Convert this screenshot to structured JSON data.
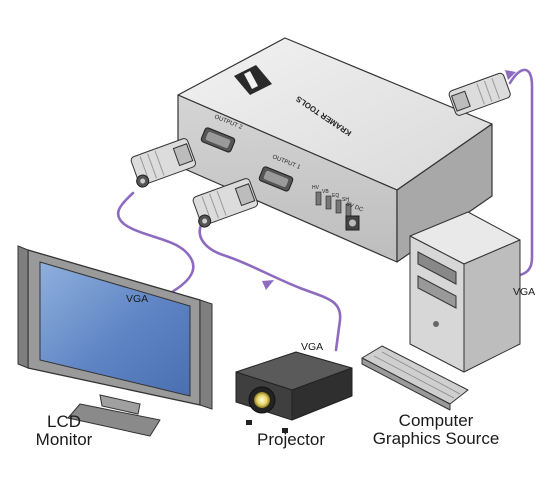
{
  "device": {
    "brand": "KRAMER TOOLS",
    "output1_label": "OUTPUT 1",
    "output2_label": "OUTPUT 2",
    "power_label": "5V DC",
    "switch_labels": [
      "HV",
      "VB",
      "EQ",
      "SH"
    ]
  },
  "cables": {
    "monitor_cable": "VGA",
    "projector_cable": "VGA",
    "computer_cable": "VGA"
  },
  "devices": {
    "monitor_line1": "LCD",
    "monitor_line2": "Monitor",
    "projector": "Projector",
    "computer_line1": "Computer",
    "computer_line2": "Graphics Source"
  },
  "colors": {
    "cable": "#8e6bbf",
    "device_body": "#e2e2e2",
    "screen": "#6f90c9",
    "outline": "#333333"
  }
}
